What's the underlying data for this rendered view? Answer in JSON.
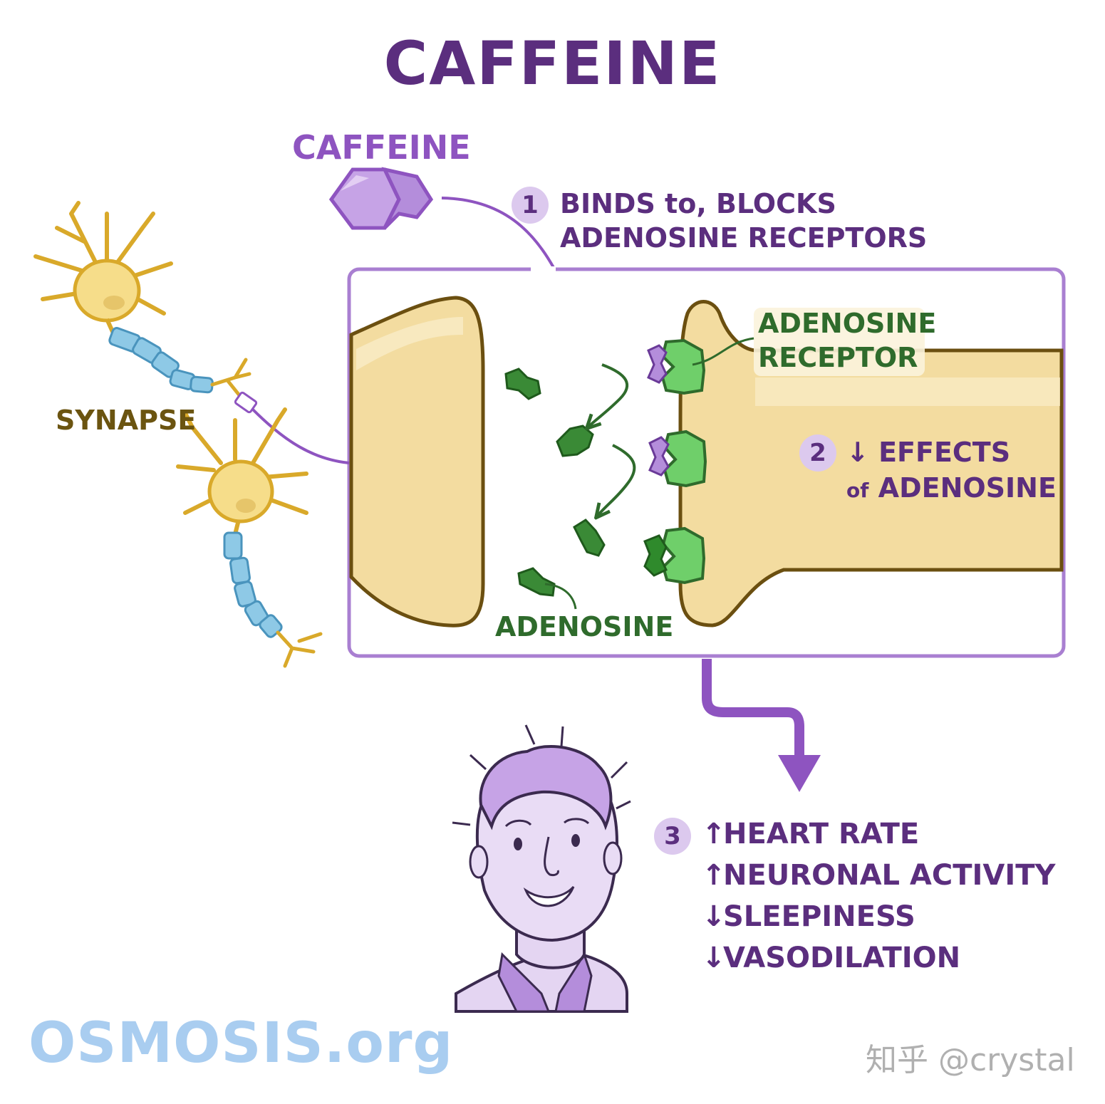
{
  "title": "CAFFEINE",
  "caffeine_label": "CAFFEINE",
  "step1": {
    "number": "1",
    "line1": "BINDS to, BLOCKS",
    "line2": "ADENOSINE RECEPTORS"
  },
  "receptor_label": {
    "line1": "ADENOSINE",
    "line2": "RECEPTOR"
  },
  "step2": {
    "number": "2",
    "arrow": "↓",
    "line1": "EFFECTS",
    "line2_prefix": "of",
    "line2": "ADENOSINE"
  },
  "adenosine_label": "ADENOSINE",
  "synapse_label": "SYNAPSE",
  "step3": {
    "number": "3",
    "effects": [
      {
        "arrow": "↑",
        "text": "HEART RATE"
      },
      {
        "arrow": "↑",
        "text": "NEURONAL ACTIVITY"
      },
      {
        "arrow": "↓",
        "text": "SLEEPINESS"
      },
      {
        "arrow": "↓",
        "text": "VASODILATION"
      }
    ]
  },
  "watermark": {
    "brand": "OSMOSIS.org",
    "credit": "知乎 @crystal"
  },
  "colors": {
    "purple_dark": "#5b2e7e",
    "purple": "#8e54c0",
    "lavender": "#dcc9ee",
    "green": "#2f6b2c",
    "green_light": "#6fcf6a",
    "terminal_fill": "#f3dca0",
    "neuron_gold": "#e0b93c",
    "myelin_blue": "#8ec9e6"
  },
  "icons": [
    "caffeine-molecule-icon",
    "neuron-icon",
    "person-face-icon",
    "receptor-icon",
    "adenosine-molecule-icon"
  ]
}
